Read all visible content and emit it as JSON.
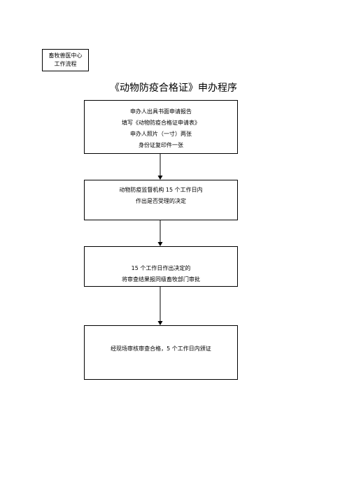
{
  "header": {
    "lines": [
      "畜牧兽医中心",
      "工作流程"
    ]
  },
  "title": "《动物防疫合格证》申办程序",
  "steps": [
    {
      "lines": [
        "申办人出具书面申请报告",
        "填写《动物防疫合格证申请表》",
        "申办人照片（一寸）两张",
        "身份证复印件一张"
      ]
    },
    {
      "lines": [
        "动物防疫监督机构 15 个工作日内",
        "作出是否受理的决定"
      ]
    },
    {
      "lines": [
        "15 个工作日作出决定的",
        "将审查结果报同级畜牧部门审批"
      ]
    },
    {
      "lines": [
        "经现场审核审查合格，5 个工作日内颁证"
      ]
    }
  ]
}
